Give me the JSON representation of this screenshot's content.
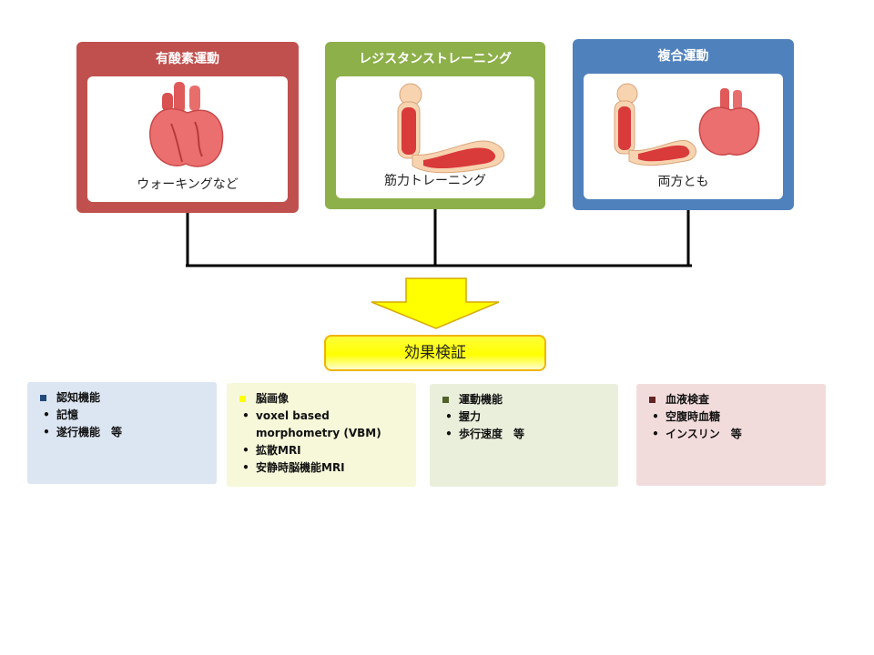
{
  "cards": {
    "aerobic": {
      "title": "有酸素運動",
      "caption": "ウォーキングなど",
      "icon": "heart-icon"
    },
    "resistance": {
      "title": "レジスタンストレーニング",
      "caption": "筋力トレーニング",
      "icon": "arm-muscle-icon"
    },
    "combined": {
      "title": "複合運動",
      "caption": "両方とも",
      "icon": "arm-and-heart-icon"
    }
  },
  "effect": {
    "label": "効果検証"
  },
  "boxes": {
    "cognitive": {
      "heading": "認知機能",
      "items": [
        "記憶",
        "遂行機能　等"
      ],
      "mark_color": "#1f497d"
    },
    "imaging": {
      "heading": "脳画像",
      "items": [
        "voxel based morphometry (VBM)",
        "拡散MRI",
        "安静時脳機能MRI"
      ],
      "mark_color": "#ffff00"
    },
    "motor": {
      "heading": "運動機能",
      "items": [
        "握力",
        "歩行速度　等"
      ],
      "mark_color": "#4f6228"
    },
    "blood": {
      "heading": "血液検査",
      "items": [
        "空腹時血糖",
        "インスリン　等"
      ],
      "mark_color": "#632423"
    }
  },
  "colors": {
    "aerobic": "#c0504d",
    "resistance": "#8db04a",
    "combined": "#4f81bd",
    "arrow": "#ffff00"
  }
}
